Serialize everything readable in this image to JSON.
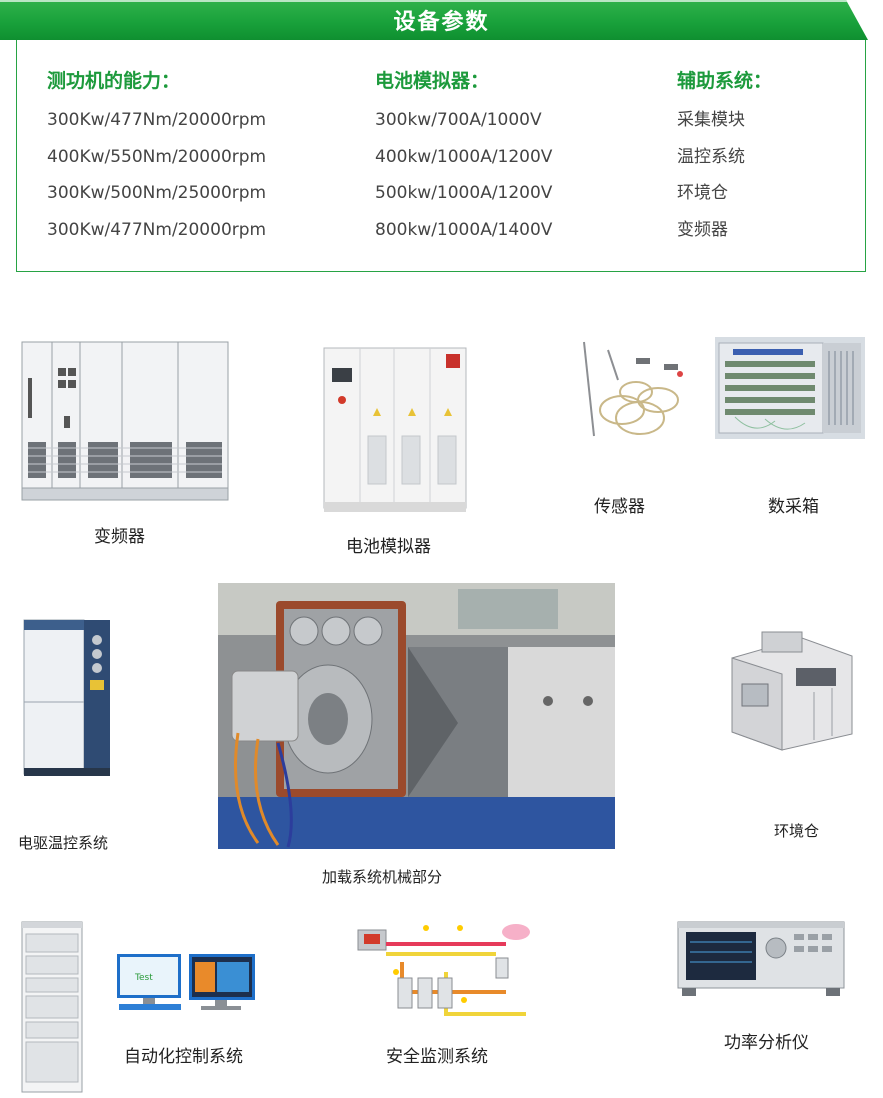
{
  "header": {
    "title": "设备参数"
  },
  "specs": {
    "dyno": {
      "heading": "测功机的能力：",
      "items": [
        "300Kw/477Nm/20000rpm",
        "400Kw/550Nm/20000rpm",
        "300Kw/500Nm/25000rpm",
        "300Kw/477Nm/20000rpm"
      ]
    },
    "battery": {
      "heading": "电池模拟器：",
      "items": [
        "300kw/700A/1000V",
        "400kw/1000A/1200V",
        "500kw/1000A/1200V",
        "800kw/1000A/1400V"
      ]
    },
    "aux": {
      "heading": "辅助系统：",
      "items": [
        "采集模块",
        "温控系统",
        "环境仓",
        "变频器"
      ]
    }
  },
  "gallery": {
    "inverter": "变频器",
    "battery_simulator": "电池模拟器",
    "sensor": "传感器",
    "daq_box": "数采箱",
    "motor_thermal": "电驱温控系统",
    "loading_mechanical": "加载系统机械部分",
    "env_chamber": "环境仓",
    "automation": "自动化控制系统",
    "safety_monitor": "安全监测系统",
    "power_analyzer": "功率分析仪",
    "screen_text": "Test"
  },
  "colors": {
    "brand_green": "#1d9a3c",
    "panel_border": "#27a344"
  }
}
